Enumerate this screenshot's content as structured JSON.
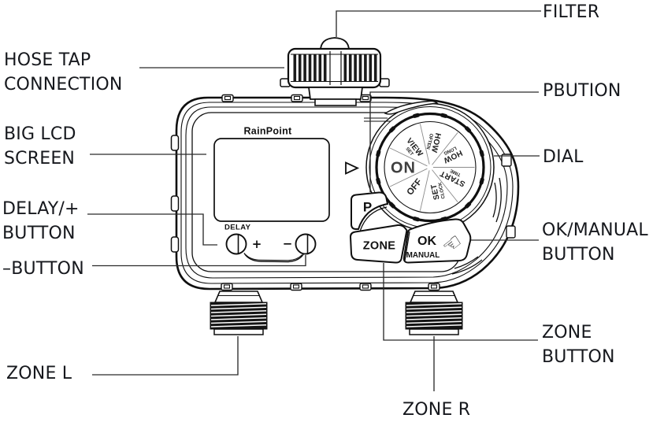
{
  "device": {
    "brand": "RainPoint",
    "dial": {
      "segments": [
        {
          "main": "ON"
        },
        {
          "main": "VIEW",
          "sub": "SET"
        },
        {
          "main": "HOW",
          "sub": "OFTEN"
        },
        {
          "main": "HOW",
          "sub": "LONG"
        },
        {
          "main": "START",
          "sub": "TIME"
        },
        {
          "main": "SET",
          "sub": "CLOCK"
        },
        {
          "main": "OFF"
        }
      ]
    },
    "buttons": {
      "p": "P",
      "zone": "ZONE",
      "ok": "OK",
      "manual": "MANUAL",
      "delay": "DELAY",
      "plus": "+",
      "minus": "−"
    },
    "hand_glyph": "☜"
  },
  "callouts": {
    "filter": "FILTER",
    "hose_tap": "HOSE TAP\nCONNECTION",
    "pbution": "PBUTION",
    "big_lcd": "BIG LCD\nSCREEN",
    "dial": "DIAL",
    "delay_plus": "DELAY/+\nBUTTON",
    "ok_manual": "OK/MANUAL\nBUTTON",
    "minus": "–BUTTON",
    "zone_button": "ZONE\nBUTTON",
    "zone_l": "ZONE L",
    "zone_r": "ZONE R"
  },
  "colors": {
    "line": "#0f0f0f",
    "label_text": "#16181d",
    "background": "#ffffff"
  }
}
